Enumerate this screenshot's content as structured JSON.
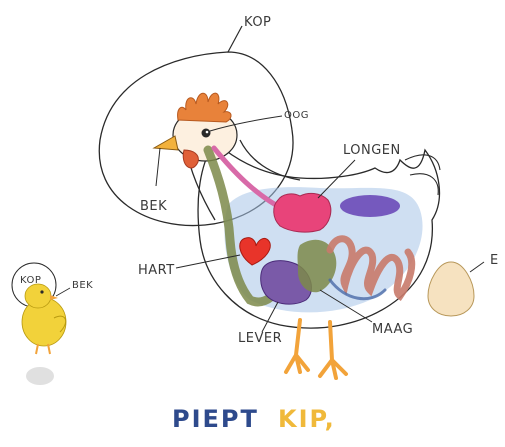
{
  "labels": {
    "kop": "KOP",
    "oog": "OOG",
    "longen": "LONGEN",
    "bek": "BEK",
    "hart": "HART",
    "lever": "LEVER",
    "maag": "MAAG",
    "ei": "E",
    "chick_kop": "KOP",
    "chick_bek": "BEK"
  },
  "title": {
    "part1": "PIEPT",
    "part2": "KIP,"
  },
  "colors": {
    "title_part1": "#2e4a8c",
    "title_part2": "#f0b93a",
    "comb": "#e8823a",
    "wattle": "#e06038",
    "beak": "#f2b13c",
    "legs": "#f2a33a",
    "esophagus": "#7c8a4a",
    "trachea": "#d86aa8",
    "lungs": "#e8447a",
    "heart": "#e8342a",
    "liver": "#7a5aa8",
    "kidney": "#6a4ab8",
    "intestines": "#c87a6a",
    "body_water": "#a8c4e8",
    "egg": "#f6e2c0",
    "chick": "#f2d23a"
  }
}
